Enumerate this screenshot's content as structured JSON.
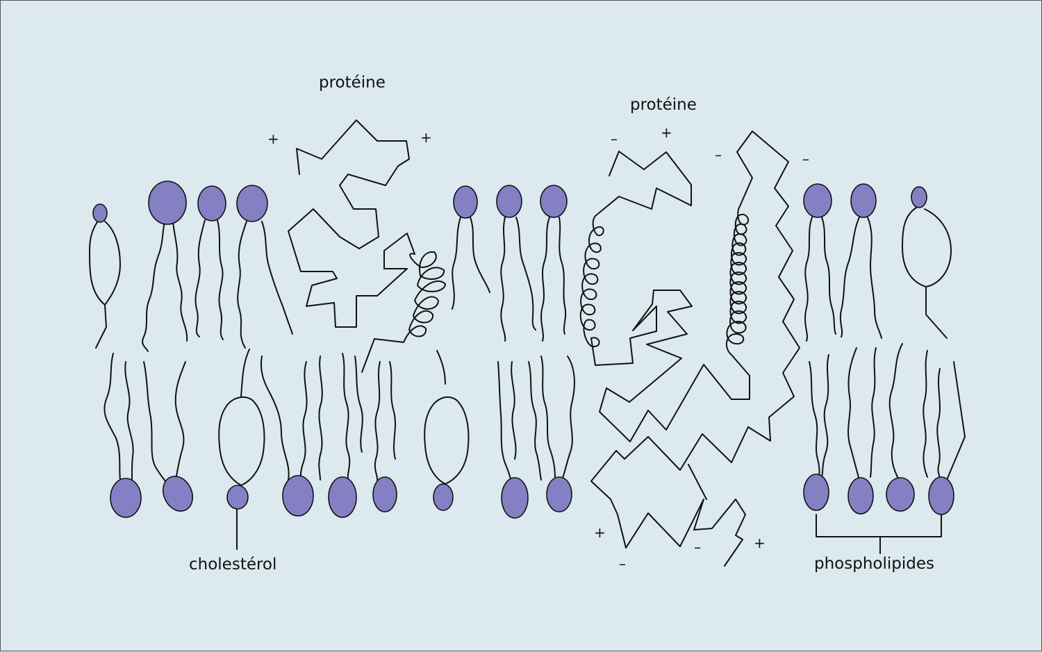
{
  "labels": {
    "protein_left": "protéine",
    "protein_right": "protéine",
    "cholesterol": "cholestérol",
    "phospholipids": "phospholipides"
  },
  "signs": {
    "plus": "+",
    "minus": "–"
  },
  "colors": {
    "background": "#dce9ee",
    "lipid_head": "#8580c4",
    "outline": "#111111"
  }
}
